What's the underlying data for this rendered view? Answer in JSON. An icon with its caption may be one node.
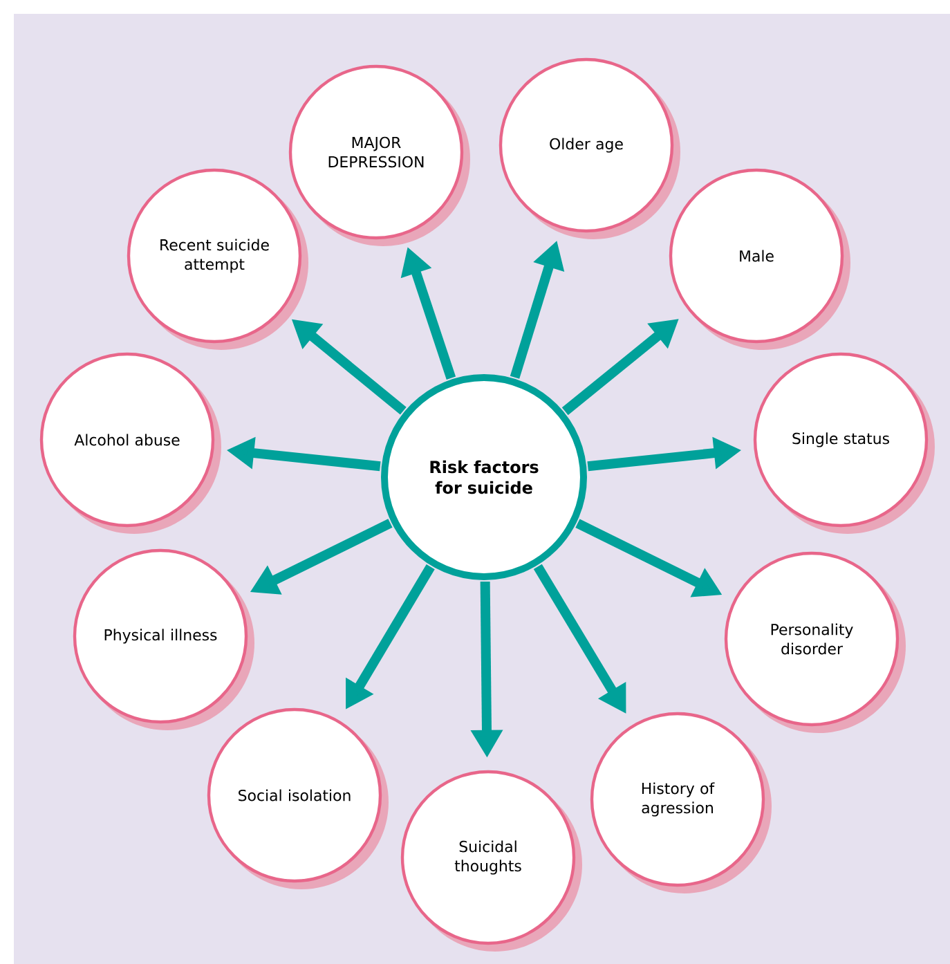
{
  "diagram": {
    "nodes": [
      {
        "text": [
          "Risk factors for suicide"
        ]
      },
      {
        "text": [
          "MAJOR DEPRESSION"
        ]
      },
      {
        "text": [
          "Older age"
        ]
      },
      {
        "text": [
          "Male"
        ]
      },
      {
        "text": [
          "Single status"
        ]
      },
      {
        "text": [
          "Personality disorder"
        ]
      },
      {
        "text": [
          "History of agression"
        ]
      },
      {
        "text": [
          "Suicidal thoughts"
        ]
      },
      {
        "text": [
          "Social isolation"
        ]
      },
      {
        "text": [
          "Physical illness"
        ]
      },
      {
        "text": [
          "Alcohol abuse"
        ]
      },
      {
        "text": [
          "Recent suicide attempt"
        ]
      }
    ],
    "edges": [
      {
        "from": 0,
        "to": 1,
        "arrow": "to"
      },
      {
        "from": 0,
        "to": 2,
        "arrow": "to"
      },
      {
        "from": 0,
        "to": 3,
        "arrow": "to"
      },
      {
        "from": 0,
        "to": 4,
        "arrow": "to"
      },
      {
        "from": 0,
        "to": 5,
        "arrow": "to"
      },
      {
        "from": 0,
        "to": 6,
        "arrow": "to"
      },
      {
        "from": 0,
        "to": 7,
        "arrow": "to"
      },
      {
        "from": 0,
        "to": 8,
        "arrow": "to"
      },
      {
        "from": 0,
        "to": 9,
        "arrow": "to"
      },
      {
        "from": 0,
        "to": 10,
        "arrow": "to"
      },
      {
        "from": 0,
        "to": 11,
        "arrow": "to"
      }
    ]
  }
}
